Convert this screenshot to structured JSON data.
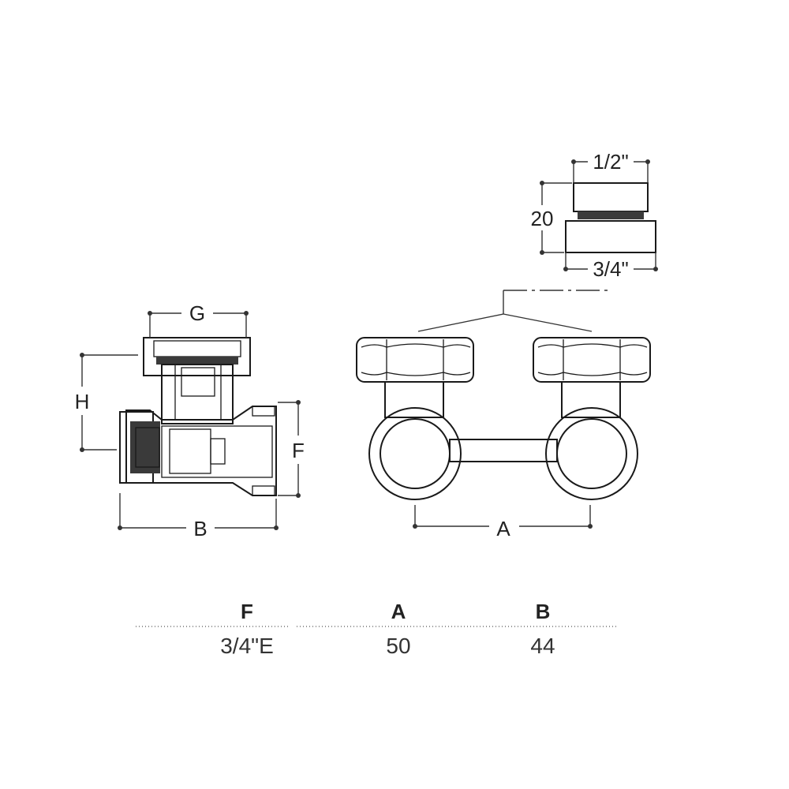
{
  "colors": {
    "metal": "#e6e6e6",
    "water": "#c9e3ef",
    "gasket": "#3a3a3a",
    "line": "#1a1a1a"
  },
  "dimension_labels": {
    "g": "G",
    "h": "H",
    "f": "F",
    "b": "B",
    "a": "A",
    "thread_top": "1/2\"",
    "thread_bottom": "3/4\"",
    "adapter_height": "20"
  },
  "table": {
    "headers": [
      "F",
      "A",
      "B"
    ],
    "values": [
      "3/4\"E",
      "50",
      "44"
    ]
  }
}
